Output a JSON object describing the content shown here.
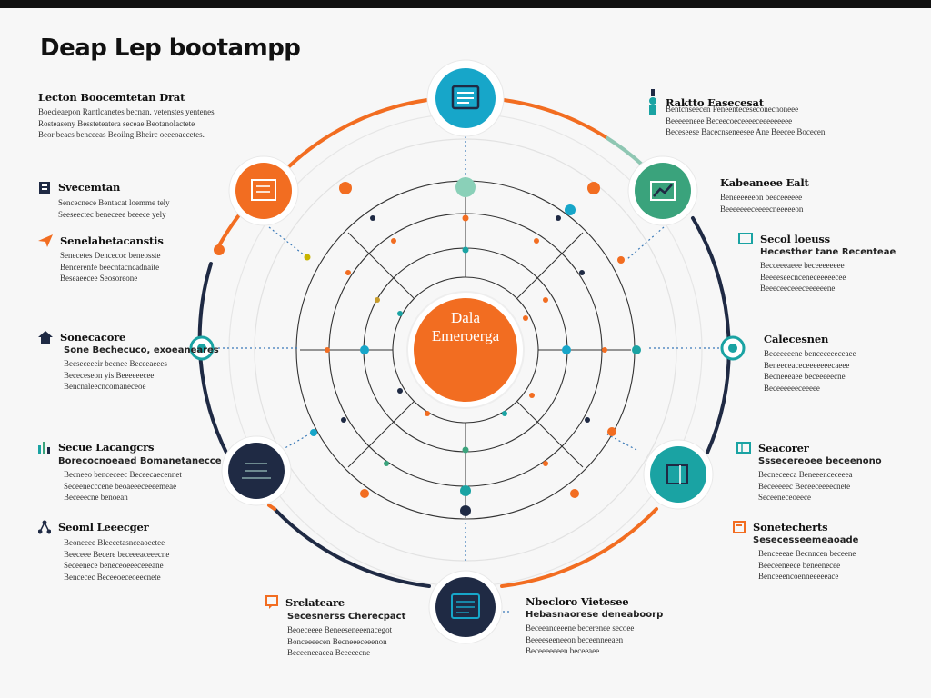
{
  "title": "Deap Lep bootampp",
  "hub": {
    "line1": "Dala",
    "line2": "Emeroerga"
  },
  "colors": {
    "orange": "#f26d21",
    "teal": "#1aa3a3",
    "cyan": "#17a6c9",
    "navy": "#1f2a44",
    "green": "#3aa37c"
  },
  "blocks": [
    {
      "id": "top-left",
      "title": "Lecton Boocemtetan Drat",
      "icon": "none",
      "lines": [
        "Boecieaepon Rantlcanetes becnan. vetenstes yentenes",
        "Rosteaseny Bessteteatera seceae Beotanolactete",
        "Beor beacs benceeas Beoilng Bheirc oeeeoaecetes."
      ]
    },
    {
      "id": "left-1",
      "title": "Svecemtan",
      "icon": "clipboard-icon",
      "lines": [
        "Sencecnece Bentacat loemme tely",
        "Seeseectec beneceee beeece yely"
      ]
    },
    {
      "id": "left-2",
      "title": "Senelahetacanstis",
      "icon": "send-icon",
      "lines": [
        "Senecetes Dencecoc beneosste",
        "Bencerenfe beecntacncadnaite",
        "Beseaeecee Seosoreone"
      ]
    },
    {
      "id": "left-3",
      "title": "Sonecacore",
      "subtitle": "Sone Bechecuco, exoeaneares",
      "icon": "home-icon",
      "lines": [
        "Becseceeeir becnee Beceeaeees",
        "Bececeseon yis Beeeeeecee",
        "Bencnaleecncomaneceoe"
      ]
    },
    {
      "id": "left-4",
      "title": "Secue Lacangcrs",
      "subtitle": "Borecocnoeaed Bomanetanecce",
      "icon": "chart-icon",
      "lines": [
        "Becneeo benceceec Beceecaecennet",
        "Seceenecccene beoaeeeceeeemeae",
        "Beceeecne benoean"
      ]
    },
    {
      "id": "left-5",
      "title": "Seoml Leeecger",
      "icon": "network-icon",
      "lines": [
        "Beoneeee Bleecetasnceaoeetee",
        "Beeceee Becere beceeeaceeecne",
        "Seceenece beneceoeeeceeeane",
        "Bencecec Beceeoeceoeecnete"
      ]
    },
    {
      "id": "bottom-left",
      "title": "Srelateare",
      "subtitle": "Secesnerss Cherecpact",
      "icon": "message-icon",
      "lines": [
        "Beoeceeee Beneeseneeenacegot",
        "Bonceeeecen Becneeeceeenon",
        "Beceeneeacea Beeeeecne"
      ]
    },
    {
      "id": "bottom-right",
      "title": "Nbecloro Vietesee",
      "subtitle": "Hebasnaorese deneaboorp",
      "icon": "none",
      "lines": [
        "Beceeanceeene becerenee secoee",
        "Beeeeseeneeon beceenneeaen",
        "Beceeeeeeen beceeaee"
      ]
    },
    {
      "id": "right-5",
      "title": "Sonetecherts",
      "subtitle": "Sesecesseemeaoade",
      "icon": "paper-icon",
      "lines": [
        "Benceeeae Becnncen beceene",
        "Beeceeneece beneenecee",
        "Benceeencoenneeeeeace"
      ]
    },
    {
      "id": "right-4",
      "title": "Seacorer",
      "subtitle": "Sssecereoee beceenono",
      "icon": "layout-icon",
      "lines": [
        "Becneceeca Beneeenceceeea",
        "Beceeeeec Beceeceeeecnete",
        "Seceeneceoeece"
      ]
    },
    {
      "id": "right-3",
      "title": "Calecesnen",
      "icon": "none",
      "lines": [
        "Beceeeeene benceceeeceaee",
        "Beneeceaceceeeeeeecaeee",
        "Becneeeaee beceeeeecne",
        "Beceeeeeeceeeee"
      ]
    },
    {
      "id": "right-2",
      "title": "Secol loeuss",
      "subtitle": "Hecesther tane Recenteae",
      "icon": "screen-icon",
      "lines": [
        "Becceeeaeee beceeeeeeee",
        "Beeeeseecnceneceeeeecee",
        "Beeeceeceeeceeeeeene"
      ]
    },
    {
      "id": "right-1",
      "title": "Kabeaneee Ealt",
      "icon": "none",
      "lines": [
        "Beneeeeeeon beeceeeeee",
        "Beeeeeeeceeeecneeeeeon"
      ]
    },
    {
      "id": "top-right",
      "title": "Raktto Easecesat",
      "icon": "person-icon",
      "lines": [
        "Bentcnseecen Peneenteceseconecnoneee",
        "Beeeeeneee Beceecoeceeeeceeeeeeeee",
        "Beceseese Bacecnseneesee Ane Beecee Bocecen."
      ]
    }
  ]
}
